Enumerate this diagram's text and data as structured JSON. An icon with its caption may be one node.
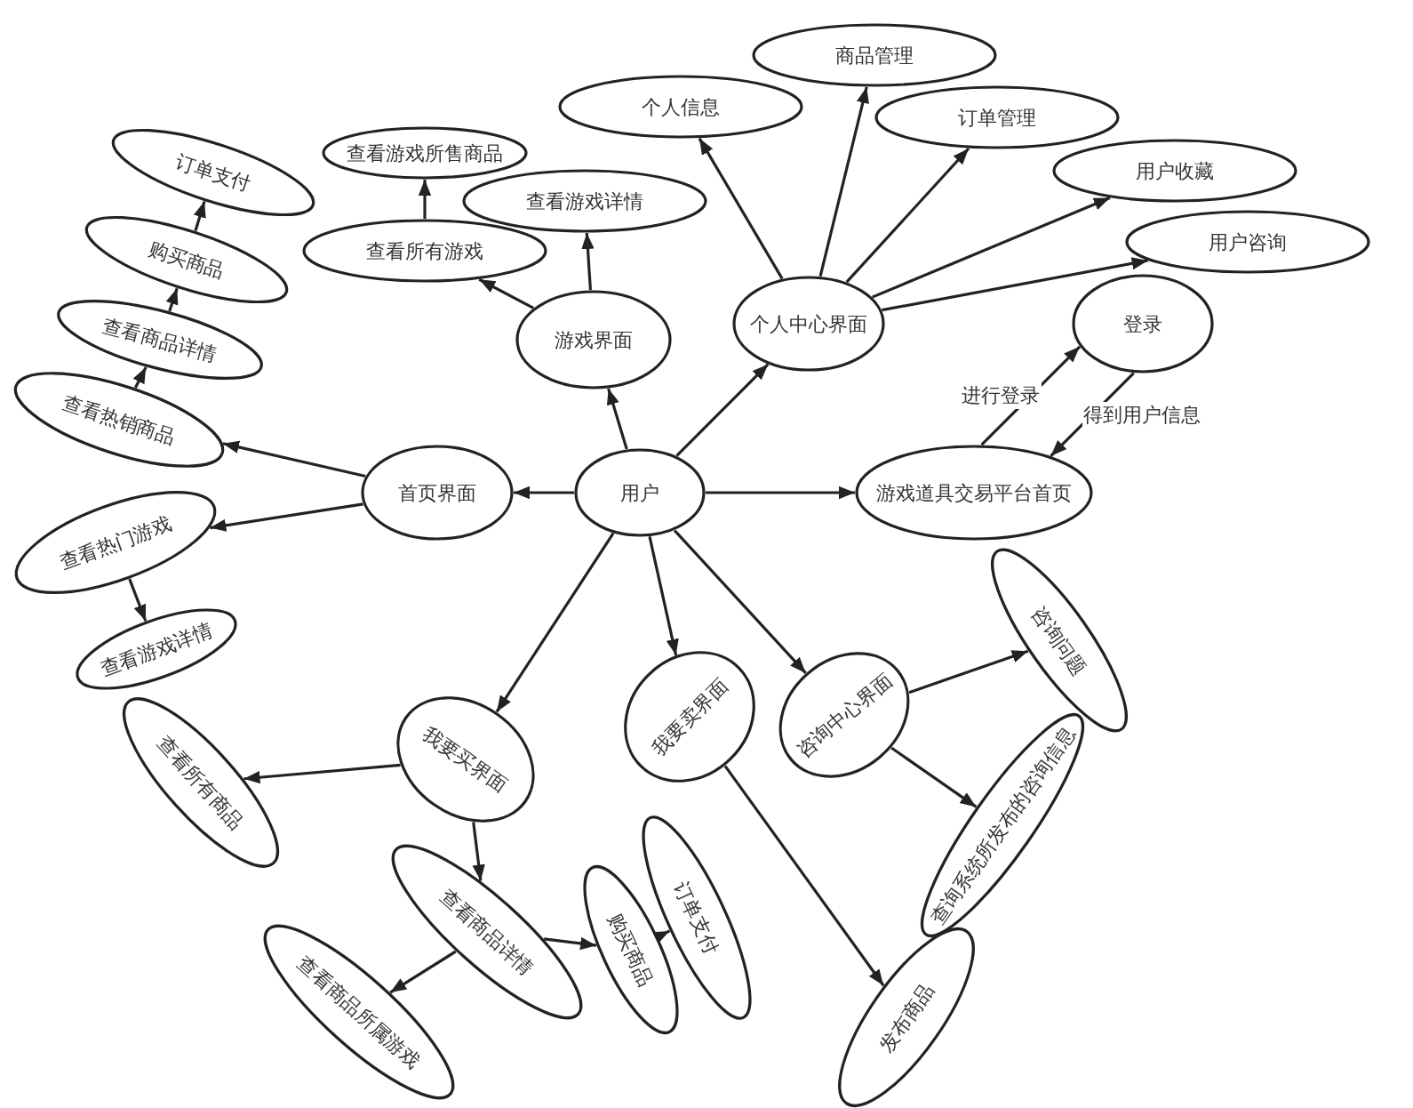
{
  "diagram": {
    "nodes": [
      {
        "text": [
          "用户"
        ]
      },
      {
        "text": [
          "首页界面"
        ]
      },
      {
        "text": [
          "游戏界面"
        ]
      },
      {
        "text": [
          "个人中心界面"
        ]
      },
      {
        "text": [
          "游戏道具交易平台首页"
        ]
      },
      {
        "text": [
          "登录"
        ]
      },
      {
        "text": [
          "商品管理"
        ]
      },
      {
        "text": [
          "个人信息"
        ]
      },
      {
        "text": [
          "订单管理"
        ]
      },
      {
        "text": [
          "用户收藏"
        ]
      },
      {
        "text": [
          "用户咨询"
        ]
      },
      {
        "text": [
          "查看游戏所售商品"
        ]
      },
      {
        "text": [
          "查看游戏详情"
        ]
      },
      {
        "text": [
          "查看所有游戏"
        ]
      },
      {
        "text": [
          "订单支付"
        ]
      },
      {
        "text": [
          "购买商品"
        ]
      },
      {
        "text": [
          "查看商品详情"
        ]
      },
      {
        "text": [
          "查看热销商品"
        ]
      },
      {
        "text": [
          "查看热门游戏"
        ]
      },
      {
        "text": [
          "查看游戏详情"
        ]
      },
      {
        "text": [
          "我要买界面"
        ]
      },
      {
        "text": [
          "我要卖界面"
        ]
      },
      {
        "text": [
          "咨询中心界面"
        ]
      },
      {
        "text": [
          "查看所有商品"
        ]
      },
      {
        "text": [
          "咨询问题"
        ]
      },
      {
        "text": [
          "查询系统所发布的咨询信息"
        ]
      },
      {
        "text": [
          "查看商品详情"
        ]
      },
      {
        "text": [
          "购买商品"
        ]
      },
      {
        "text": [
          "订单支付"
        ]
      },
      {
        "text": [
          "查看商品所属游戏"
        ]
      },
      {
        "text": [
          "发布商品"
        ]
      }
    ],
    "edges": [
      {
        "from": 0,
        "to": 1,
        "arrow": "to"
      },
      {
        "from": 0,
        "to": 2,
        "arrow": "to"
      },
      {
        "from": 0,
        "to": 3,
        "arrow": "to"
      },
      {
        "from": 0,
        "to": 4,
        "arrow": "to"
      },
      {
        "from": 0,
        "to": 20,
        "arrow": "to"
      },
      {
        "from": 0,
        "to": 21,
        "arrow": "to"
      },
      {
        "from": 0,
        "to": 22,
        "arrow": "to"
      },
      {
        "from": 1,
        "to": 17,
        "arrow": "to"
      },
      {
        "from": 1,
        "to": 18,
        "arrow": "to"
      },
      {
        "from": 2,
        "to": 13,
        "arrow": "to"
      },
      {
        "from": 2,
        "to": 12,
        "arrow": "to"
      },
      {
        "from": 13,
        "to": 11,
        "arrow": "to"
      },
      {
        "from": 17,
        "to": 16,
        "arrow": "to"
      },
      {
        "from": 16,
        "to": 15,
        "arrow": "to"
      },
      {
        "from": 15,
        "to": 14,
        "arrow": "to"
      },
      {
        "from": 18,
        "to": 19,
        "arrow": "to"
      },
      {
        "from": 3,
        "to": 7,
        "arrow": "to"
      },
      {
        "from": 3,
        "to": 6,
        "arrow": "to"
      },
      {
        "from": 3,
        "to": 8,
        "arrow": "to"
      },
      {
        "from": 3,
        "to": 9,
        "arrow": "to"
      },
      {
        "from": 3,
        "to": 10,
        "arrow": "to"
      },
      {
        "from": 4,
        "to": 5,
        "arrow": "to",
        "label": "进行登录"
      },
      {
        "from": 5,
        "to": 4,
        "arrow": "to",
        "label": "得到用户信息"
      },
      {
        "from": 20,
        "to": 23,
        "arrow": "to"
      },
      {
        "from": 20,
        "to": 26,
        "arrow": "to"
      },
      {
        "from": 26,
        "to": 29,
        "arrow": "to"
      },
      {
        "from": 26,
        "to": 27,
        "arrow": "to"
      },
      {
        "from": 27,
        "to": 28,
        "arrow": "to"
      },
      {
        "from": 21,
        "to": 30,
        "arrow": "to"
      },
      {
        "from": 22,
        "to": 24,
        "arrow": "to"
      },
      {
        "from": 22,
        "to": 25,
        "arrow": "to"
      }
    ]
  }
}
